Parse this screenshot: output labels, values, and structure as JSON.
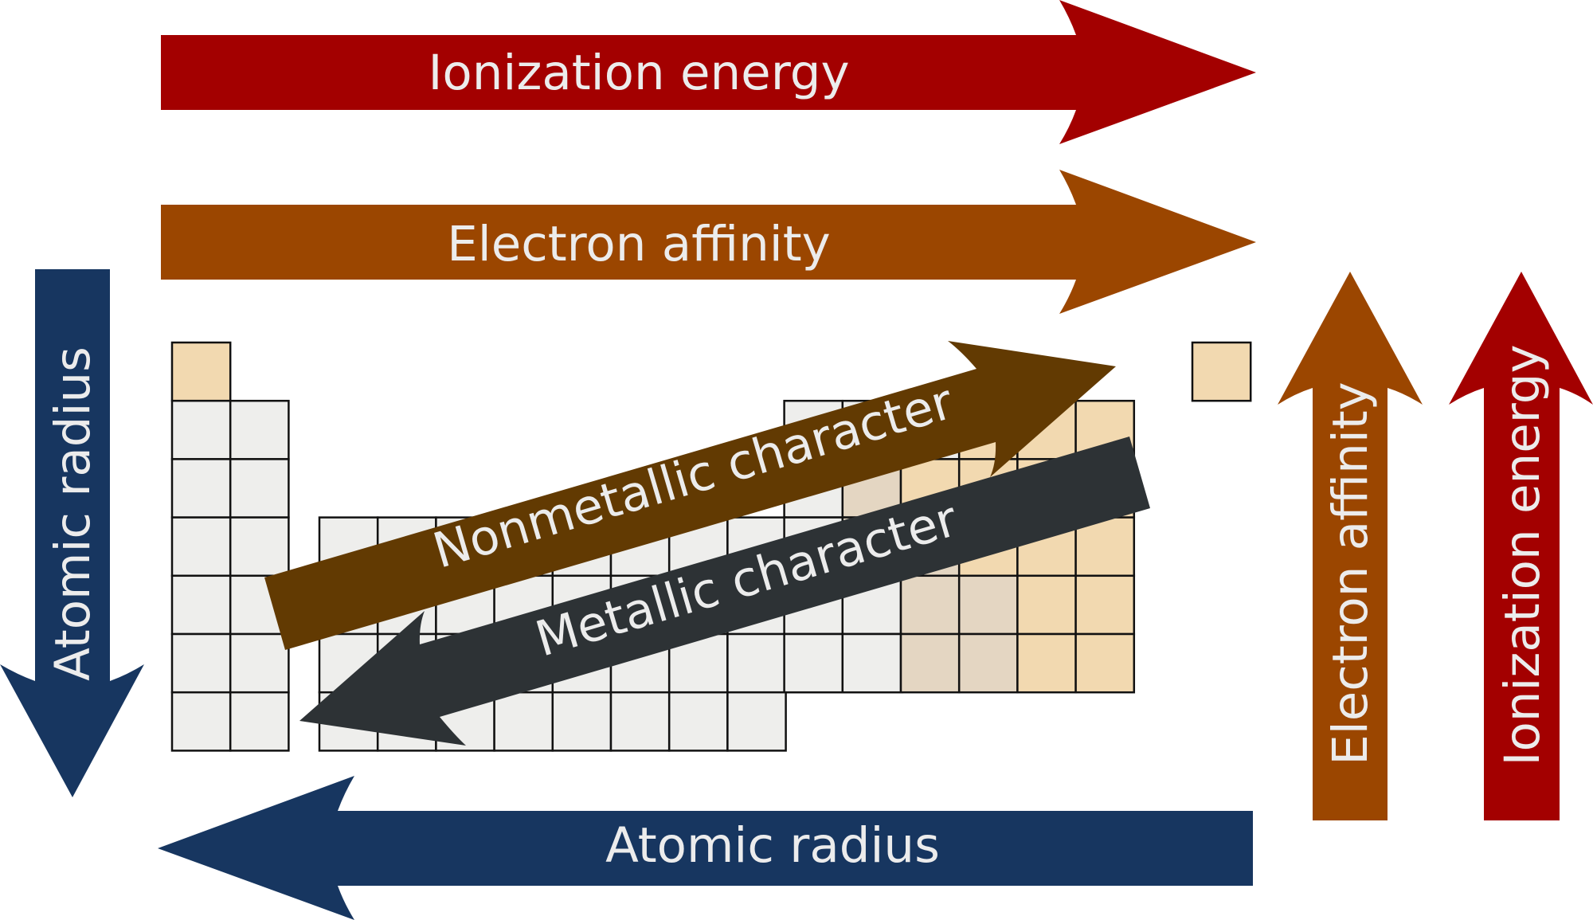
{
  "arrows": {
    "ionization_top": "Ionization energy",
    "affinity_top": "Electron affinity",
    "atomic_radius_bottom": "Atomic radius",
    "atomic_radius_left": "Atomic radius",
    "affinity_right": "Electron affinity",
    "ionization_right": "Ionization energy",
    "nonmetallic": "Nonmetallic character",
    "metallic": "Metallic character"
  },
  "colors": {
    "ionization": "#a30000",
    "affinity": "#9b4600",
    "atomic_radius": "#173660",
    "nonmetallic": "#623a02",
    "metallic": "#2d3235",
    "cell_metal": "#eeeeec",
    "cell_metalloid": "#e4d6c2",
    "cell_nonmetal": "#f2d9b0"
  }
}
